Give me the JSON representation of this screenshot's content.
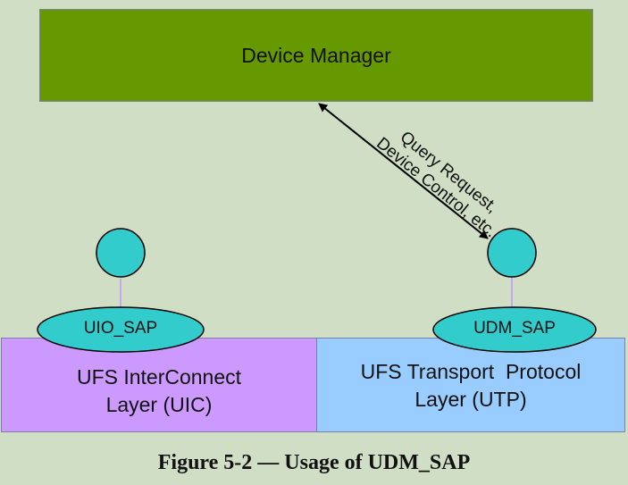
{
  "device_manager": {
    "label": "Device Manager",
    "color": "#669900"
  },
  "uic_layer": {
    "line1": "UFS InterConnect",
    "line2": "Layer (UIC)",
    "color": "#cc99ff"
  },
  "utp_layer": {
    "line1": "UFS Transport  Protocol",
    "line2": "Layer (UTP)",
    "color": "#99ccff"
  },
  "uio_sap": {
    "label": "UIO_SAP"
  },
  "udm_sap": {
    "label": "UDM_SAP"
  },
  "sap_color": "#33cccc",
  "arrow": {
    "line1": "Query Request,",
    "line2": "Device Control, etc."
  },
  "caption": "Figure 5-2 — Usage of UDM_SAP"
}
